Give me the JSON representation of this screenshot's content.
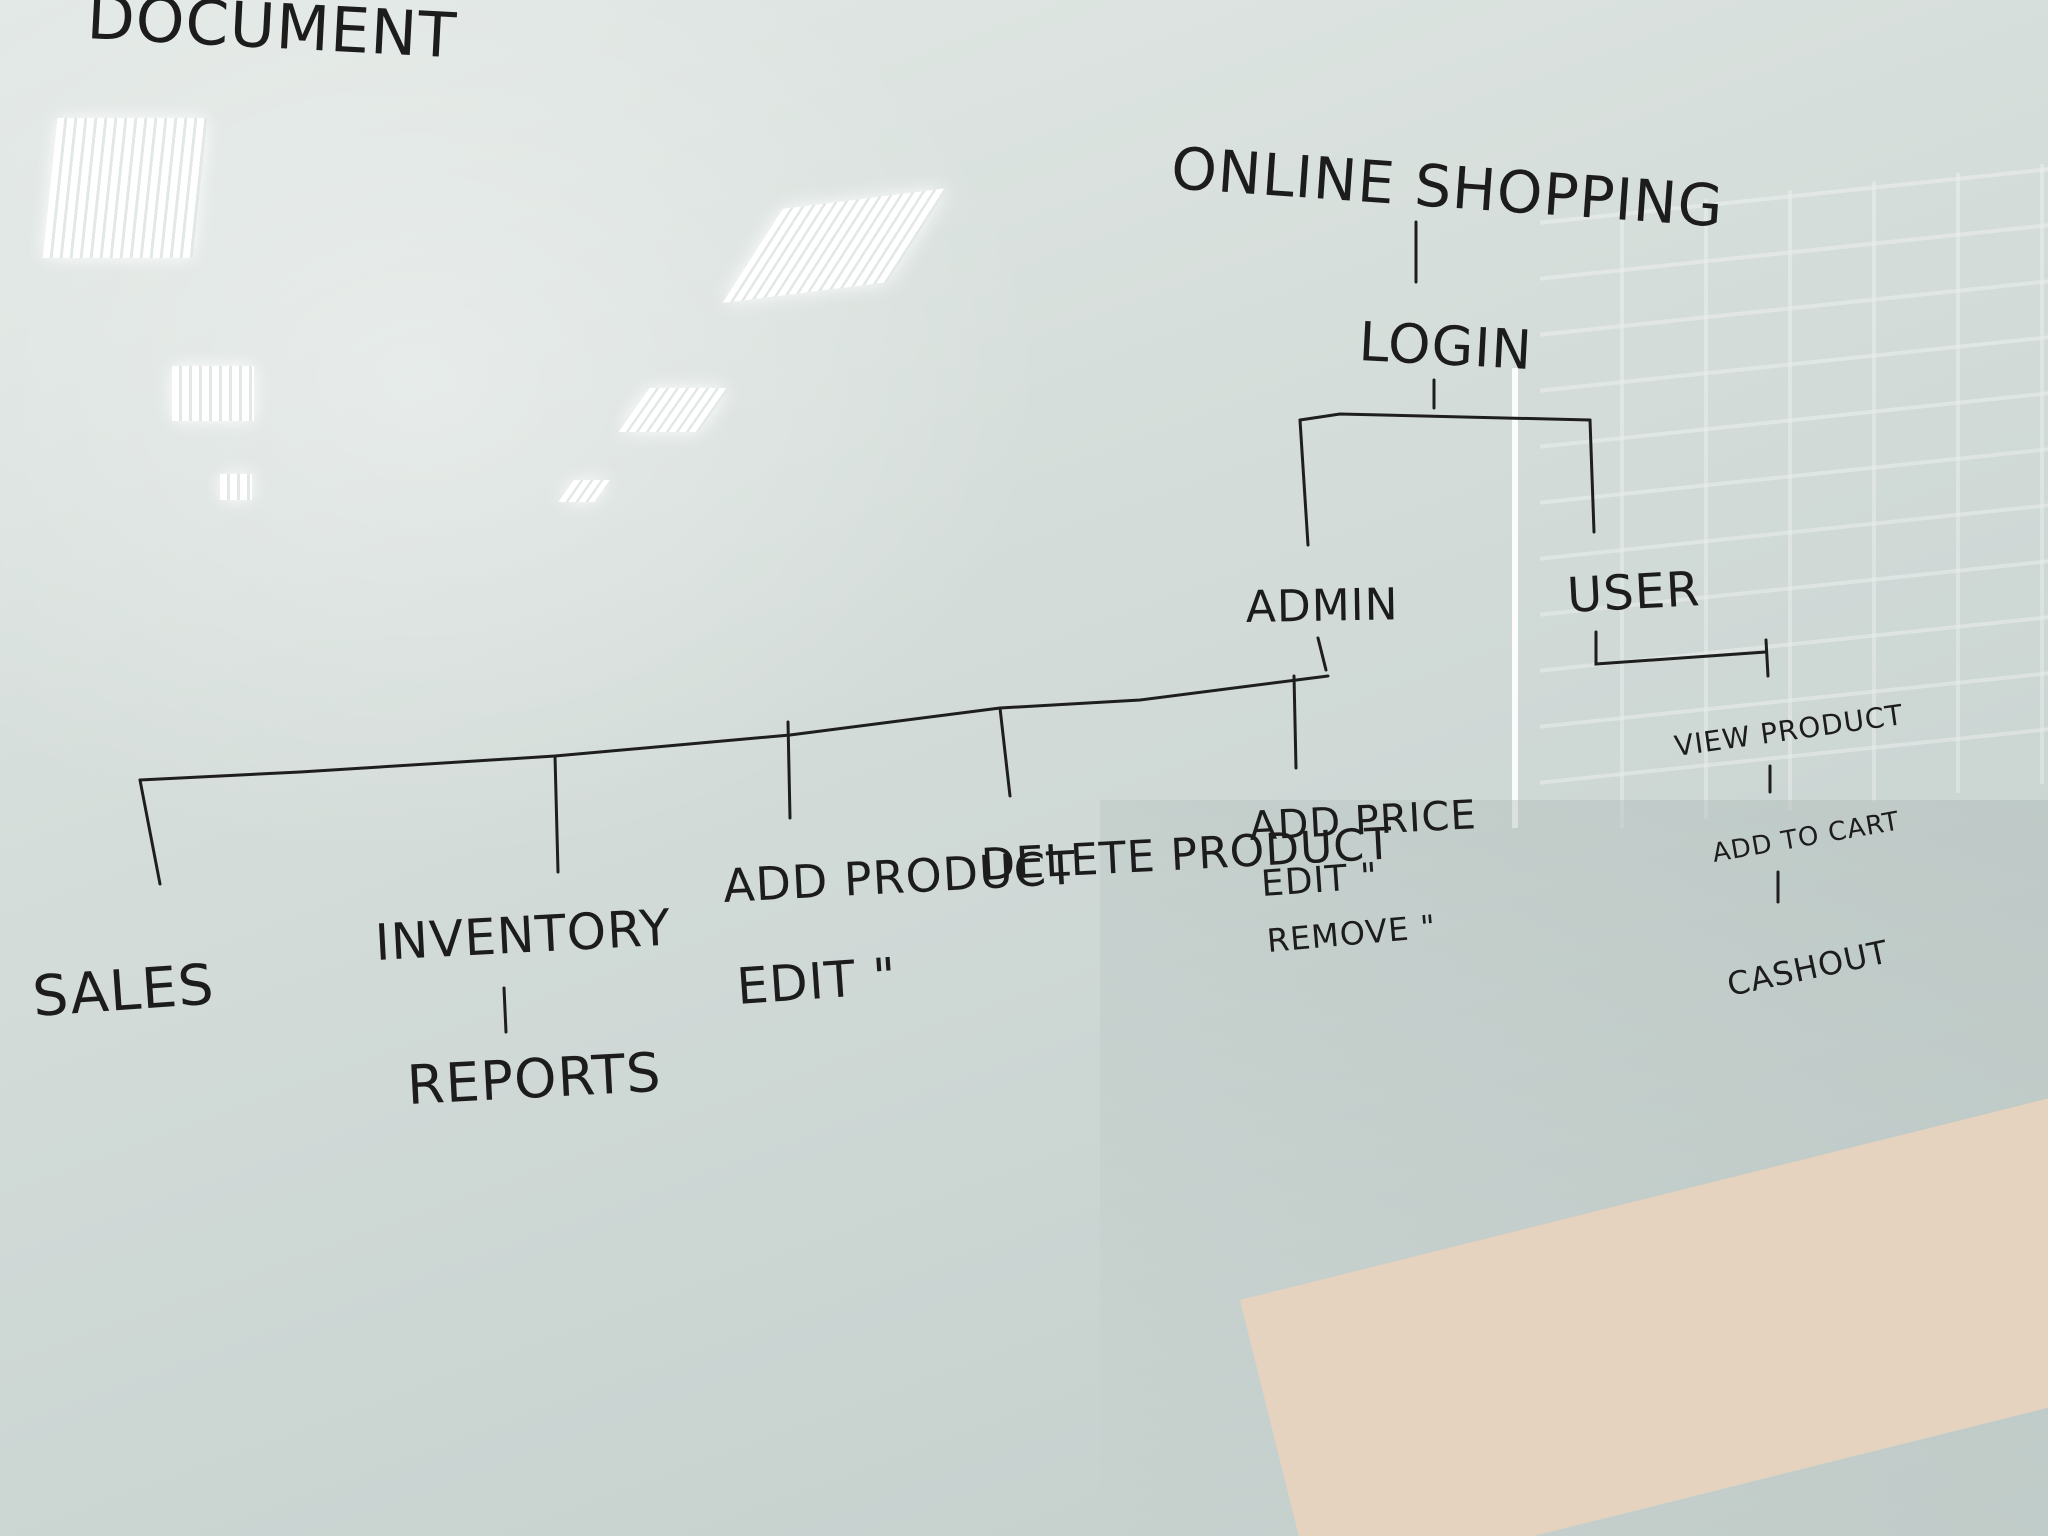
{
  "whiteboard": {
    "corner_text": "DOCUMENT",
    "root": "ONLINE SHOPPING",
    "login": "LOGIN",
    "admin": {
      "label": "ADMIN",
      "children": [
        {
          "label": "SALES"
        },
        {
          "label": "INVENTORY",
          "sub": "REPORTS"
        },
        {
          "label": "ADD PRODUCT",
          "sub": "EDIT \""
        },
        {
          "label": "DELETE PRODUCT"
        },
        {
          "label": "ADD PRICE",
          "sub1": "EDIT \"",
          "sub2": "REMOVE \""
        }
      ]
    },
    "user": {
      "label": "USER",
      "children": [
        "VIEW PRODUCT",
        "ADD TO CART",
        "CASHOUT"
      ]
    }
  },
  "colors": {
    "board": "#d6dedb",
    "ink": "#1c1c1c",
    "wood": "#e6d3bf"
  }
}
